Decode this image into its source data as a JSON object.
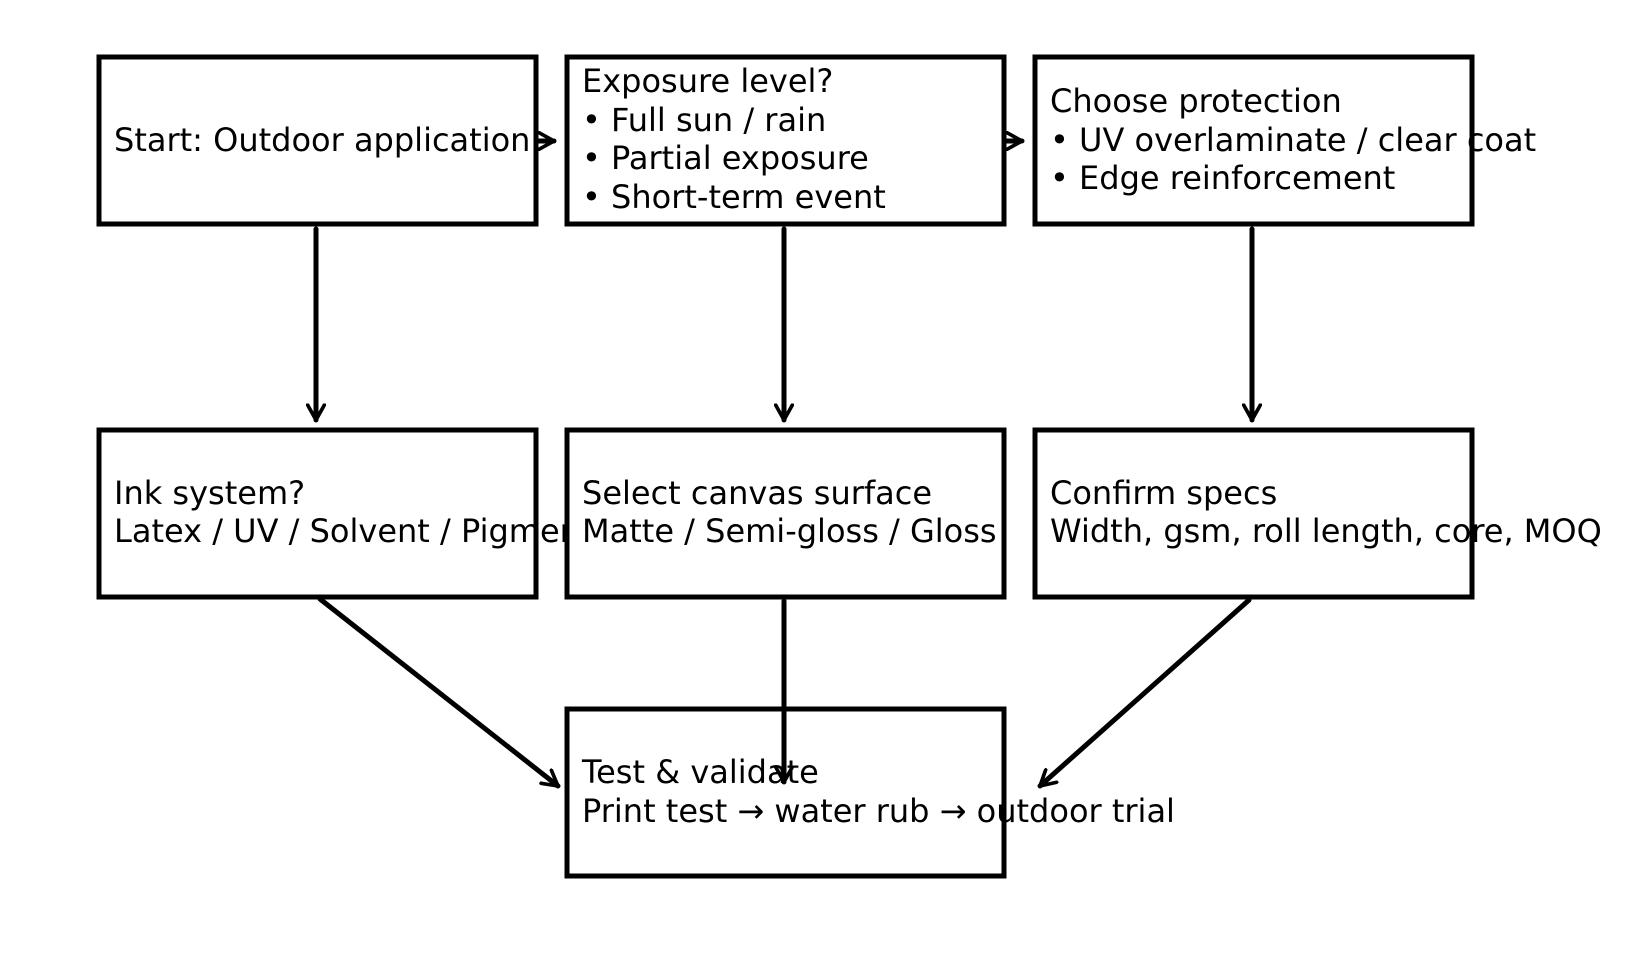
{
  "diagram": {
    "colors": {
      "stroke": "#000000",
      "background": "#ffffff",
      "text": "#000000"
    },
    "nodes": [
      {
        "id": "start",
        "lines": [
          "Start: Outdoor application"
        ]
      },
      {
        "id": "exposure",
        "lines": [
          "Exposure level?",
          "• Full sun / rain",
          "• Partial exposure",
          "• Short-term event"
        ]
      },
      {
        "id": "protection",
        "lines": [
          "Choose protection",
          "• UV overlaminate / clear coat",
          "• Edge reinforcement"
        ]
      },
      {
        "id": "ink",
        "lines": [
          "Ink system?",
          "Latex / UV / Solvent / Pigment"
        ]
      },
      {
        "id": "surface",
        "lines": [
          "Select canvas surface",
          "Matte / Semi-gloss / Gloss"
        ]
      },
      {
        "id": "specs",
        "lines": [
          "Confirm specs",
          "Width, gsm, roll length, core, MOQ"
        ]
      },
      {
        "id": "test",
        "lines": [
          "Test & validate",
          "Print test → water rub → outdoor trial"
        ]
      }
    ],
    "edges": [
      {
        "from": "start",
        "to": "exposure"
      },
      {
        "from": "exposure",
        "to": "protection"
      },
      {
        "from": "start",
        "to": "ink"
      },
      {
        "from": "exposure",
        "to": "surface"
      },
      {
        "from": "protection",
        "to": "specs"
      },
      {
        "from": "ink",
        "to": "test"
      },
      {
        "from": "surface",
        "to": "test"
      },
      {
        "from": "specs",
        "to": "test"
      }
    ]
  }
}
